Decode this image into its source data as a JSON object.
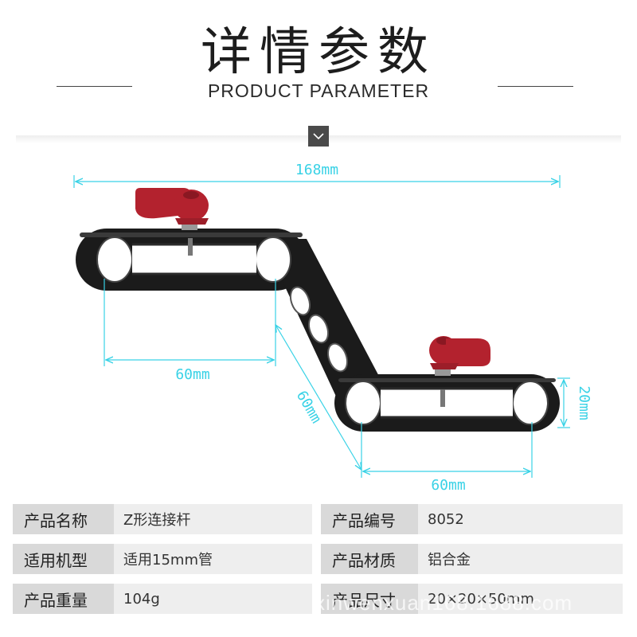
{
  "header": {
    "title_cn": "详情参数",
    "title_en": "PRODUCT PARAMETER"
  },
  "dimensions": {
    "total_length": "168mm",
    "left_span": "60mm",
    "diagonal": "60mm",
    "right_span": "60mm",
    "height": "20mm"
  },
  "colors": {
    "dimension_line": "#39d2e6",
    "body": "#1b1b1b",
    "knob": "#b3222e"
  },
  "specs": [
    {
      "label1": "产品名称",
      "value1": "Z形连接杆",
      "label2": "产品编号",
      "value2": "8052"
    },
    {
      "label1": "适用机型",
      "value1": "适用15mm管",
      "label2": "产品材质",
      "value2": "铝合金"
    },
    {
      "label1": "产品重量",
      "value1": "104g",
      "label2": "产品尺寸",
      "value2": "20×20×50mm"
    }
  ],
  "watermark": "xinwenxuan168.1688.com"
}
